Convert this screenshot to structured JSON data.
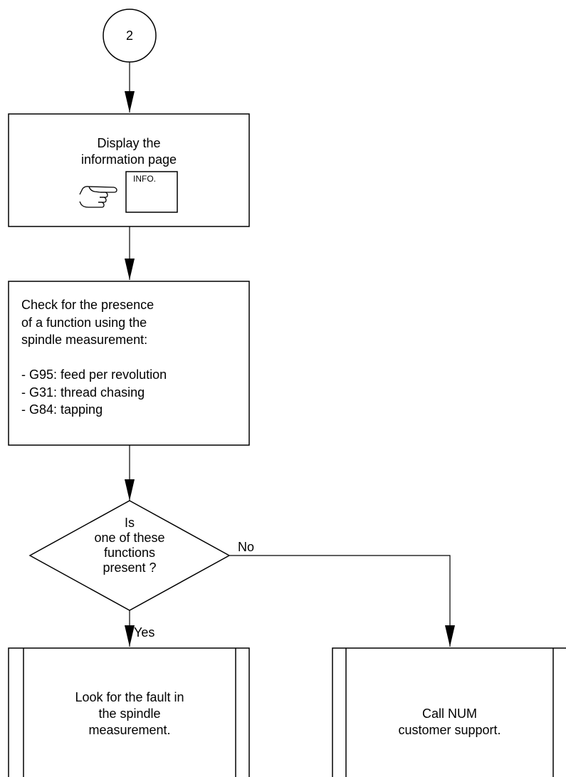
{
  "connector": {
    "label": "2"
  },
  "display_box": {
    "line1": "Display the",
    "line2": "information page",
    "key_label": "INFO."
  },
  "check_box": {
    "lines": [
      "Check for the presence",
      "of a function using the",
      "spindle measurement:",
      "",
      "- G95: feed per revolution",
      "- G31: thread chasing",
      "- G84: tapping"
    ]
  },
  "decision": {
    "lines": [
      "Is",
      "one of these",
      "functions",
      "present ?"
    ]
  },
  "branches": {
    "no": "No",
    "yes": "Yes"
  },
  "result_left": {
    "lines": [
      "Look for the fault in",
      "the spindle",
      "measurement."
    ]
  },
  "result_right": {
    "lines": [
      "Call NUM",
      "customer support."
    ]
  },
  "icons": {
    "pointer": "pointing-hand-icon"
  },
  "colors": {
    "stroke": "#000000",
    "background": "#ffffff"
  }
}
